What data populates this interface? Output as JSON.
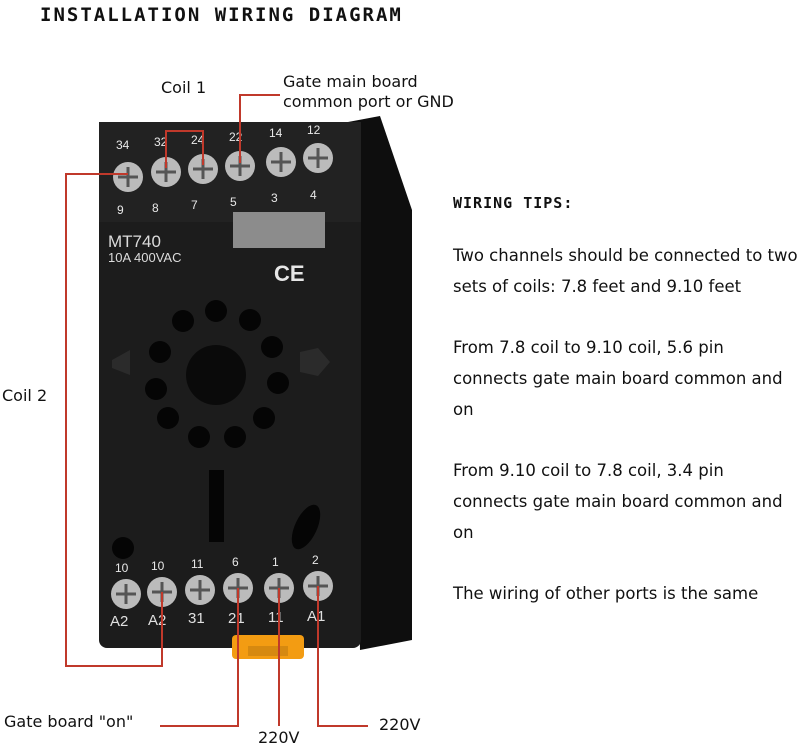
{
  "title": "INSTALLATION WIRING DIAGRAM",
  "labels": {
    "coil1": "Coil 1",
    "gate_common": [
      "Gate main board",
      "common port or GND"
    ],
    "coil2": "Coil 2",
    "gate_on": "Gate board \"on\"",
    "v220_left": "220V",
    "v220_right": "220V"
  },
  "device": {
    "model": "MT740",
    "rating": "10A 400VAC",
    "mark": "CE",
    "top_terminals": [
      "34",
      "32",
      "24",
      "22",
      "14",
      "12"
    ],
    "top_pins": [
      "9",
      "8",
      "7",
      "5",
      "3",
      "4"
    ],
    "bottom_pins": [
      "10",
      "10",
      "11",
      "6",
      "1",
      "2"
    ],
    "bottom_terminals": [
      "A2",
      "A2",
      "31",
      "21",
      "11",
      "A1"
    ]
  },
  "tips": {
    "heading": "WIRING TIPS:",
    "paragraphs": [
      "Two channels should be connected to two sets of coils: 7.8 feet and 9.10 feet",
      "From 7.8 coil to 9.10 coil, 5.6 pin connects gate main board common and on",
      "From 9.10 coil to 7.8 coil, 3.4 pin connects gate main board common and on",
      "The wiring of other ports is the same"
    ]
  },
  "colors": {
    "wire": "#c0392b",
    "body": "#1c1c1c",
    "clip": "#f39c12"
  }
}
